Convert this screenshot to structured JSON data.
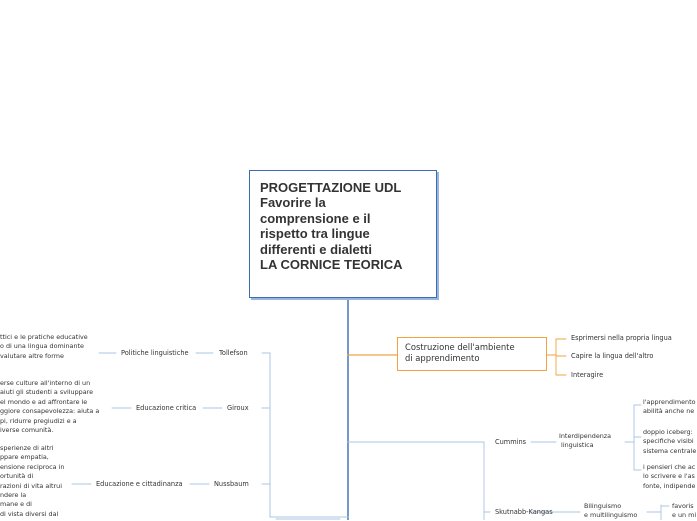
{
  "central": {
    "lines": [
      "PROGETTAZIONE UDL",
      "Favorire la",
      "comprensione e il",
      "rispetto tra lingue",
      "differenti e dialetti",
      "LA CORNICE TEORICA"
    ]
  },
  "colors": {
    "central_border": "#3b6bb5",
    "left_branch": "#3b6bb5",
    "right_branch": "#f0a340",
    "sub_line": "#a8c4e6",
    "text": "#333333"
  },
  "left_branch": {
    "rows": [
      {
        "topic": "Politiche linguistiche",
        "author": "Tollefson",
        "note": [
          "ttici e le pratiche educative",
          "o di una lingua dominante",
          "valutare altre forme"
        ]
      },
      {
        "topic": "Educazione critica",
        "author": "Giroux",
        "note": [
          "erse culture all'interno di un",
          "aiuti gli studenti a sviluppare",
          "el mondo e ad affrontare le",
          "ggiore consapevolezza: aiuta a",
          "pi, ridurre pregiudizi e a",
          "iverse comunità."
        ]
      },
      {
        "topic": "Educazione e cittadinanza",
        "author": "Nussbaum",
        "note": [
          "sperienze di altri",
          "ppare empatia,",
          "ensione reciproca in",
          "ortunità di",
          "razioni di vita altrui",
          "ndere la",
          "mane e di",
          "di vista diversi dal"
        ]
      }
    ]
  },
  "right_branch": {
    "topic_lines": [
      "Costruzione dell'ambiente",
      "di apprendimento"
    ],
    "items": [
      "Esprimersi nella propria lingua",
      "Capire la lingua dell'altro",
      "Interagire"
    ]
  },
  "lower_right": {
    "cummins": {
      "author": "Cummins",
      "topic_lines": [
        "Interdipendenza",
        "linguistica"
      ],
      "notes": [
        [
          "l'apprendimento",
          "abilità anche ne"
        ],
        [
          "doppio iceberg:",
          "specifiche visibi",
          "sistema centrale"
        ],
        [
          "i pensieri che ac",
          "lo scrivere e l'as",
          "fonte, indipende"
        ]
      ]
    },
    "skutnabb": {
      "author": "Skutnabb-Kangas",
      "topic_lines": [
        "Bilinguismo",
        "e multilinguismo"
      ],
      "notes": [
        [
          "favoris",
          "e un mi"
        ]
      ]
    }
  }
}
